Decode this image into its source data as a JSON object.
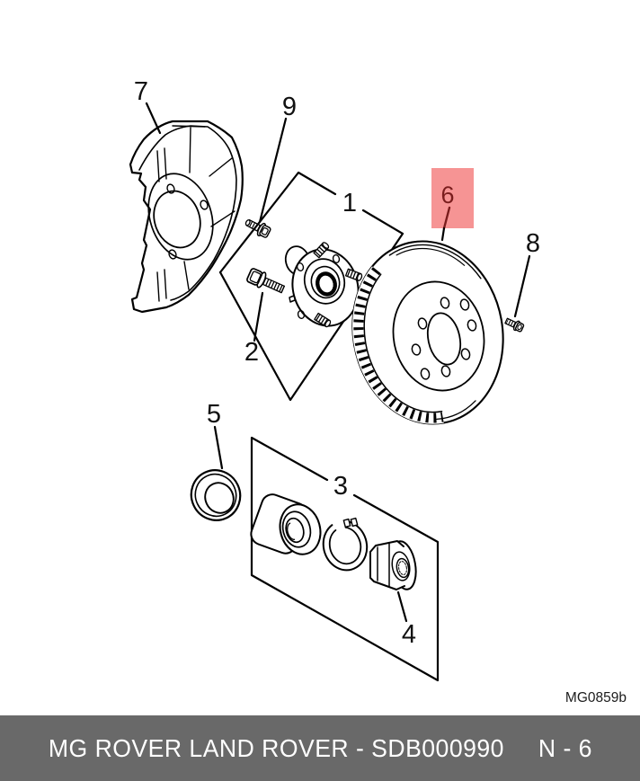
{
  "diagram": {
    "drawing_code": "MG0859b",
    "highlighted_part": "6",
    "highlight_color": "#f69494",
    "highlight_text_color": "#7a1d1d",
    "callouts": {
      "p1": "1",
      "p2": "2",
      "p3": "3",
      "p4": "4",
      "p5": "5",
      "p6": "6",
      "p7": "7",
      "p8": "8",
      "p9": "9"
    }
  },
  "footer": {
    "title": "MG ROVER LAND ROVER - SDB000990",
    "page_ref": "N - 6"
  }
}
